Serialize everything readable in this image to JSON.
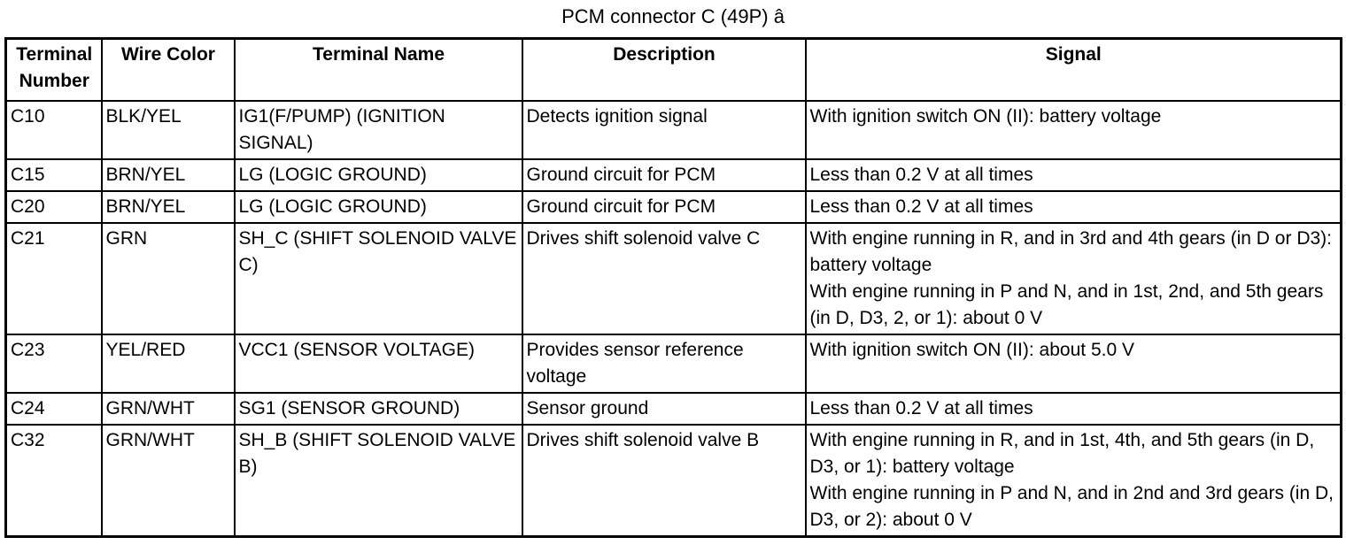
{
  "title": "PCM connector C (49P) â",
  "table": {
    "headers": {
      "terminal": "Terminal Number",
      "wire_color": "Wire Color",
      "terminal_name": "Terminal Name",
      "description": "Description",
      "signal": "Signal"
    },
    "rows": [
      {
        "terminal": "C10",
        "wire_color": "BLK/YEL",
        "terminal_name": "IG1(F/PUMP) (IGNITION SIGNAL)",
        "description": "Detects ignition signal",
        "signal": "With ignition switch ON (II): battery voltage"
      },
      {
        "terminal": "C15",
        "wire_color": "BRN/YEL",
        "terminal_name": "LG (LOGIC GROUND)",
        "description": "Ground circuit for PCM",
        "signal": "Less than 0.2 V at all times"
      },
      {
        "terminal": "C20",
        "wire_color": "BRN/YEL",
        "terminal_name": "LG (LOGIC GROUND)",
        "description": "Ground circuit for PCM",
        "signal": "Less than 0.2 V at all times"
      },
      {
        "terminal": "C21",
        "wire_color": "GRN",
        "terminal_name": "SH_C (SHIFT SOLENOID VALVE C)",
        "description": "Drives shift solenoid valve C",
        "signal": "With engine running in R, and in 3rd and 4th gears (in D or D3): battery voltage\nWith engine running in P and N, and in 1st, 2nd, and 5th gears (in D, D3, 2, or 1): about 0 V"
      },
      {
        "terminal": "C23",
        "wire_color": "YEL/RED",
        "terminal_name": "VCC1 (SENSOR VOLTAGE)",
        "description": "Provides sensor reference voltage",
        "signal": "With ignition switch ON (II): about 5.0 V"
      },
      {
        "terminal": "C24",
        "wire_color": "GRN/WHT",
        "terminal_name": "SG1 (SENSOR GROUND)",
        "description": "Sensor ground",
        "signal": "Less than 0.2 V at all times"
      },
      {
        "terminal": "C32",
        "wire_color": "GRN/WHT",
        "terminal_name": "SH_B (SHIFT SOLENOID VALVE B)",
        "description": "Drives shift solenoid valve B",
        "signal": "With engine running in R, and in 1st, 4th, and 5th gears (in D, D3, or 1): battery voltage\nWith engine running in P and N, and in 2nd and 3rd gears (in D, D3, or 2): about 0 V"
      }
    ]
  }
}
